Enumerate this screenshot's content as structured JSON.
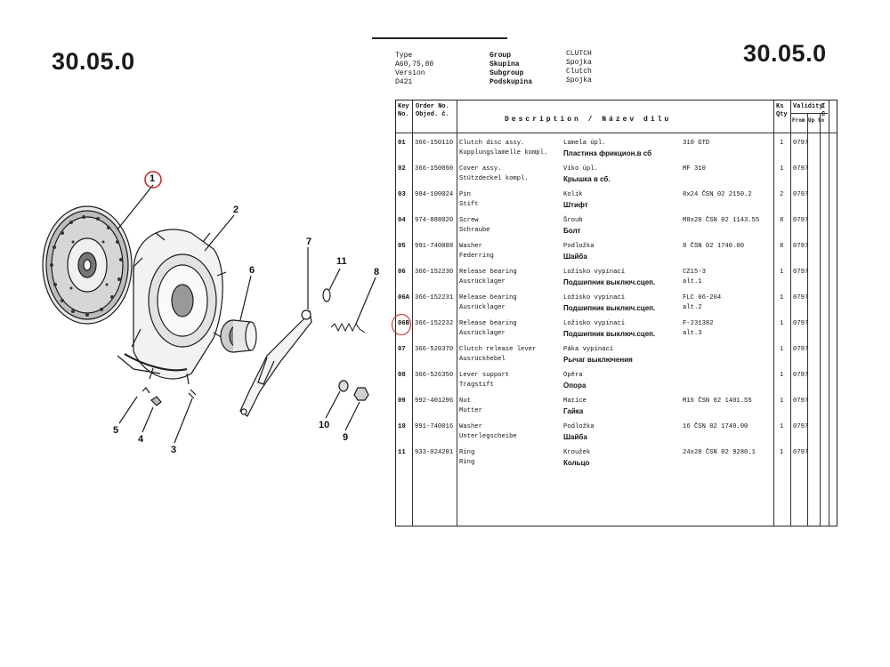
{
  "page": {
    "code_left": "30.05.0",
    "code_right": "30.05.0"
  },
  "diagram": {
    "callouts": [
      {
        "label": "1",
        "highlighted": true
      },
      {
        "label": "2"
      },
      {
        "label": "6"
      },
      {
        "label": "7"
      },
      {
        "label": "11"
      },
      {
        "label": "8"
      },
      {
        "label": "5"
      },
      {
        "label": "4"
      },
      {
        "label": "3"
      },
      {
        "label": "10"
      },
      {
        "label": "9"
      }
    ],
    "highlight_color": "#c82020"
  },
  "sheet": {
    "header": {
      "col_a": [
        "Type",
        "A60,75,80",
        "Version",
        "D421"
      ],
      "col_b": [
        "Group",
        "Skupina",
        "Subgroup",
        "Podskupina"
      ],
      "col_c": [
        "CLUTCH",
        "Spojka",
        "Clutch",
        "Spojka"
      ]
    },
    "table_header": {
      "key": [
        "Key",
        "No."
      ],
      "order": [
        "Order No.",
        "Objed. č."
      ],
      "description": "Description / Název dílu",
      "qty": [
        "Ks",
        "Qty"
      ],
      "validity": "Validity",
      "from": "From",
      "up_to": "Up to",
      "ic": "I C"
    },
    "rows": [
      {
        "key": "01",
        "order": "366-150110",
        "d1": [
          "Clutch disc assy.",
          "Kupplungslamelle kompl."
        ],
        "d2": [
          "Lamela úpl.",
          "Пластина фрикцион.в сб"
        ],
        "spec": "310 GTD",
        "qty": "1",
        "date": "0797"
      },
      {
        "key": "02",
        "order": "366-150060",
        "d1": [
          "Cover assy.",
          "Stützdeckel kompl."
        ],
        "d2": [
          "Víko úpl.",
          "Крышка в сб."
        ],
        "spec": "MF 310",
        "qty": "1",
        "date": "0797"
      },
      {
        "key": "03",
        "order": "984-100024",
        "d1": [
          "Pin",
          "Stift"
        ],
        "d2": [
          "Kolík",
          "Штифт"
        ],
        "spec": "8x24  ČSN 02 2150.2",
        "qty": "2",
        "date": "0797"
      },
      {
        "key": "04",
        "order": "974-888020",
        "d1": [
          "Screw",
          "Schraube"
        ],
        "d2": [
          "Šroub",
          "Болт"
        ],
        "spec": "M8x20  ČSN 02 1143.55",
        "qty": "8",
        "date": "0797"
      },
      {
        "key": "05",
        "order": "991-740088",
        "d1": [
          "Washer",
          "Federring"
        ],
        "d2": [
          "Podložka",
          "Шайба"
        ],
        "spec": "8  ČSN 02 1740.00",
        "qty": "8",
        "date": "0797"
      },
      {
        "key": "06",
        "order": "366-152230",
        "d1": [
          "Release bearing",
          "Ausrücklager"
        ],
        "d2": [
          "Ložisko vypínací",
          "Подшипник выключ.сцеп."
        ],
        "spec": "CZ15-3",
        "spec2": "alt.1",
        "qty": "1",
        "date": "0797"
      },
      {
        "key": "06A",
        "order": "366-152231",
        "d1": [
          "Release bearing",
          "Ausrücklager"
        ],
        "d2": [
          "Ložisko vypínací",
          "Подшипник выключ.сцеп."
        ],
        "spec": "FLC 06-204",
        "spec2": "alt.2",
        "qty": "1",
        "date": "0797"
      },
      {
        "key": "06B",
        "order": "366-152232",
        "d1": [
          "Release bearing",
          "Ausrücklager"
        ],
        "d2": [
          "Ložisko vypínací",
          "Подшипник выключ.сцеп."
        ],
        "spec": "F-231382",
        "spec2": "alt.3",
        "qty": "1",
        "date": "0797",
        "highlighted": true
      },
      {
        "key": "07",
        "order": "366-520370",
        "d1": [
          "Clutch release lever",
          "Ausrückhebel"
        ],
        "d2": [
          "Páka vypínací",
          "Рычаг выключения"
        ],
        "spec": "",
        "qty": "1",
        "date": "0797"
      },
      {
        "key": "08",
        "order": "366-526350",
        "d1": [
          "Lever support",
          "Tragstift"
        ],
        "d2": [
          "Opěra",
          "Опора"
        ],
        "spec": "",
        "qty": "1",
        "date": "0797"
      },
      {
        "key": "09",
        "order": "992-401296",
        "d1": [
          "Nut",
          "Mutter"
        ],
        "d2": [
          "Matice",
          "Гайка"
        ],
        "spec": "M16  ČSN 02 1401.55",
        "qty": "1",
        "date": "0797"
      },
      {
        "key": "10",
        "order": "991-740016",
        "d1": [
          "Washer",
          "Unterlegscheibe"
        ],
        "d2": [
          "Podložka",
          "Шайба"
        ],
        "spec": "16  ČSN 02 1740.00",
        "qty": "1",
        "date": "0797"
      },
      {
        "key": "11",
        "order": "933-024201",
        "d1": [
          "Ring",
          "Ring"
        ],
        "d2": [
          "Kroužek",
          "Кольцо"
        ],
        "spec": "24x20  ČSN 02 9280.1",
        "qty": "1",
        "date": "0797"
      }
    ]
  }
}
